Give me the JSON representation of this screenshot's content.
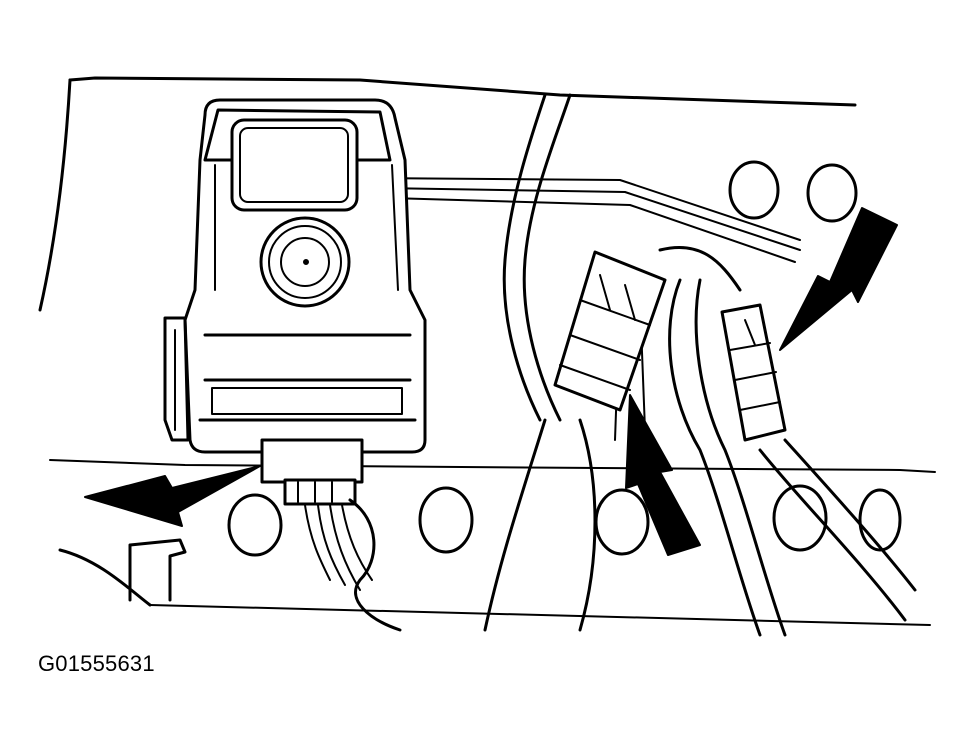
{
  "figure": {
    "code": "G01555631"
  },
  "colors": {
    "ink": "#000000",
    "paper": "#ffffff"
  },
  "callouts": [
    {
      "target": "sensor-module-connector",
      "icon": "arrow-callout"
    },
    {
      "target": "harness-connector-center",
      "icon": "arrow-callout"
    },
    {
      "target": "harness-connector-right",
      "icon": "arrow-callout"
    }
  ]
}
